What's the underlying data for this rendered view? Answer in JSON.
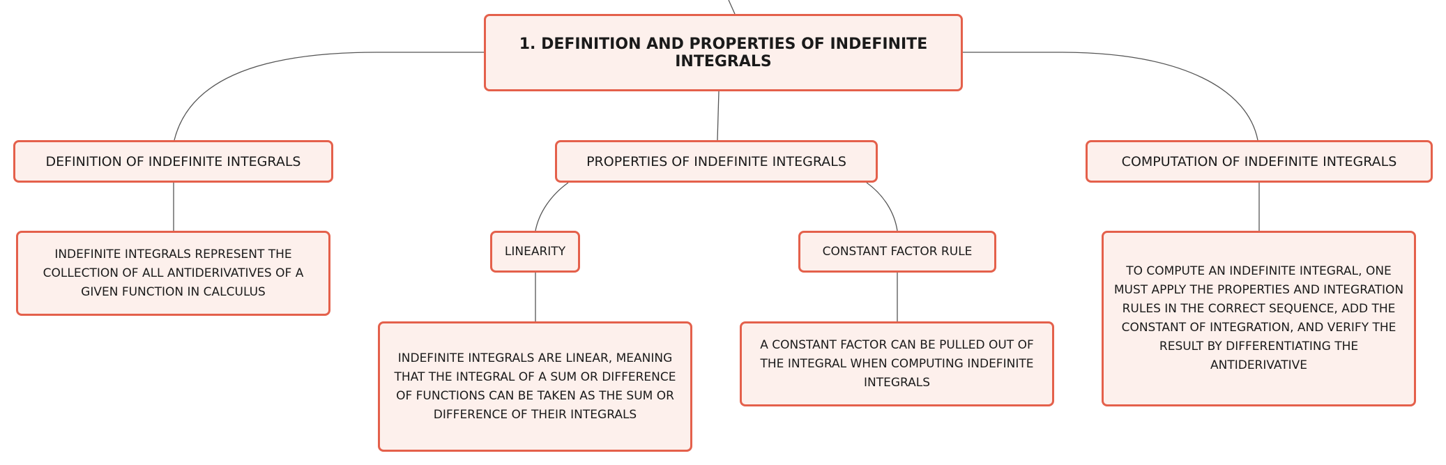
{
  "mindmap": {
    "accent_color": "#e4604b",
    "fill_color": "#fdf0ec",
    "edge_color": "#555555",
    "root": {
      "label": "1. DEFINITION AND PROPERTIES OF INDEFINITE INTEGRALS"
    },
    "branches": [
      {
        "label": "DEFINITION OF INDEFINITE INTEGRALS",
        "detail": "INDEFINITE INTEGRALS REPRESENT THE COLLECTION OF ALL ANTIDERIVATIVES OF A GIVEN FUNCTION IN CALCULUS"
      },
      {
        "label": "PROPERTIES OF INDEFINITE INTEGRALS",
        "children": [
          {
            "label": "LINEARITY",
            "detail": "INDEFINITE INTEGRALS ARE LINEAR, MEANING THAT THE INTEGRAL OF A SUM OR DIFFERENCE OF FUNCTIONS CAN BE TAKEN AS THE SUM OR DIFFERENCE OF THEIR INTEGRALS"
          },
          {
            "label": "CONSTANT FACTOR RULE",
            "detail": "A CONSTANT FACTOR CAN BE PULLED OUT OF THE INTEGRAL WHEN COMPUTING INDEFINITE INTEGRALS"
          }
        ]
      },
      {
        "label": "COMPUTATION OF INDEFINITE INTEGRALS",
        "detail": "TO COMPUTE AN INDEFINITE INTEGRAL, ONE MUST APPLY THE PROPERTIES AND INTEGRATION RULES IN THE CORRECT SEQUENCE, ADD THE CONSTANT OF INTEGRATION, AND VERIFY THE RESULT BY DIFFERENTIATING THE ANTIDERIVATIVE"
      }
    ]
  }
}
